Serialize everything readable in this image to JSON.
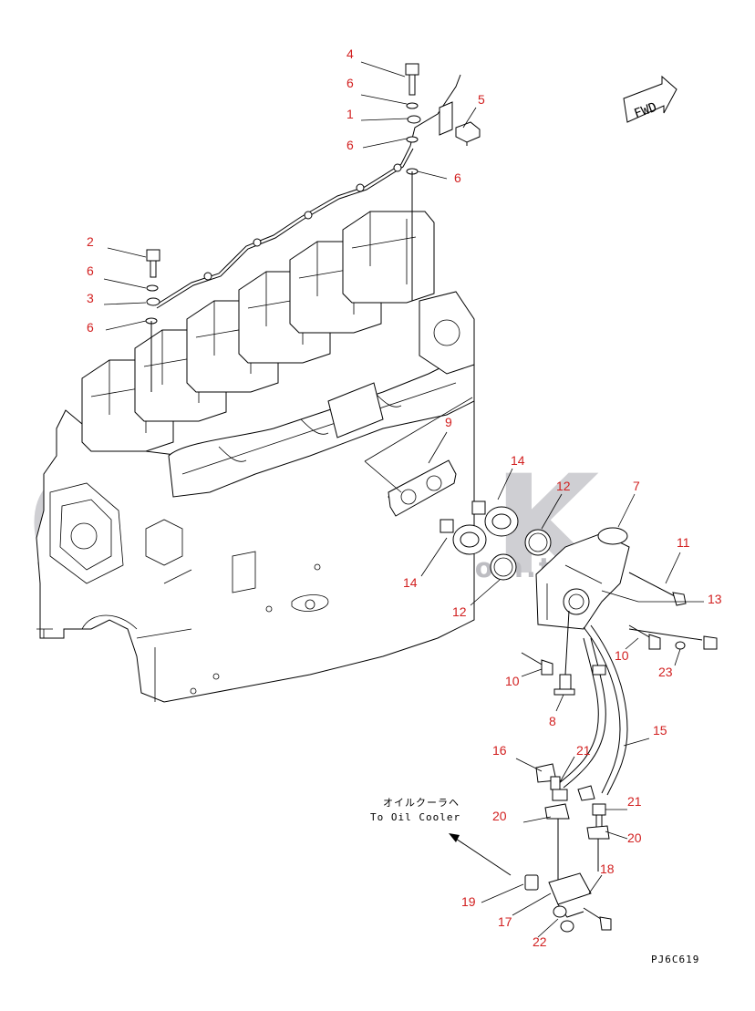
{
  "watermark": {
    "brand": "ÖRNEK",
    "url": "www.ornekismakinalari.com.tr"
  },
  "fwd_label": "FWD",
  "callouts": {
    "c4": "4",
    "c6a": "6",
    "c1": "1",
    "c5": "5",
    "c6b": "6",
    "c6c": "6",
    "c2": "2",
    "c6d": "6",
    "c3": "3",
    "c6e": "6",
    "c9": "9",
    "c14a": "14",
    "c12a": "12",
    "c7": "7",
    "c14b": "14",
    "c12b": "12",
    "c11": "11",
    "c13": "13",
    "c10a": "10",
    "c23": "23",
    "c10b": "10",
    "c8": "8",
    "c15": "15",
    "c16": "16",
    "c21a": "21",
    "c21b": "21",
    "c20a": "20",
    "c20b": "20",
    "c18": "18",
    "c19": "19",
    "c17": "17",
    "c22": "22"
  },
  "note": {
    "japanese": "オイルクーラヘ",
    "english": "To Oil Cooler"
  },
  "drawing_code": "PJ6C619"
}
